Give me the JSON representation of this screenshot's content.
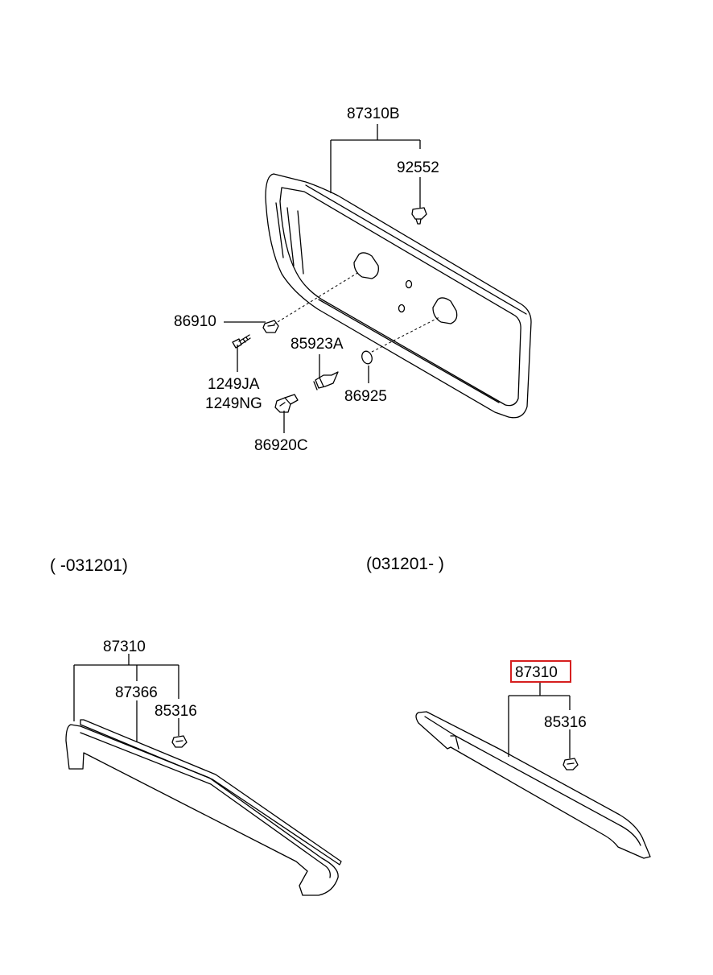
{
  "labels": {
    "p87310B": "87310B",
    "p92552": "92552",
    "p86910": "86910",
    "p85923A": "85923A",
    "p1249JA": "1249JA",
    "p1249NG": "1249NG",
    "p86925": "86925",
    "p86920C": "86920C",
    "range_before": "( -031201)",
    "range_after": "(031201- )",
    "left_87310": "87310",
    "left_87366": "87366",
    "left_85316": "85316",
    "right_87310": "87310",
    "right_85316": "85316"
  },
  "highlight": {
    "part": "87310",
    "color": "#d61f1f"
  },
  "colors": {
    "line": "#000000",
    "background": "#ffffff"
  }
}
